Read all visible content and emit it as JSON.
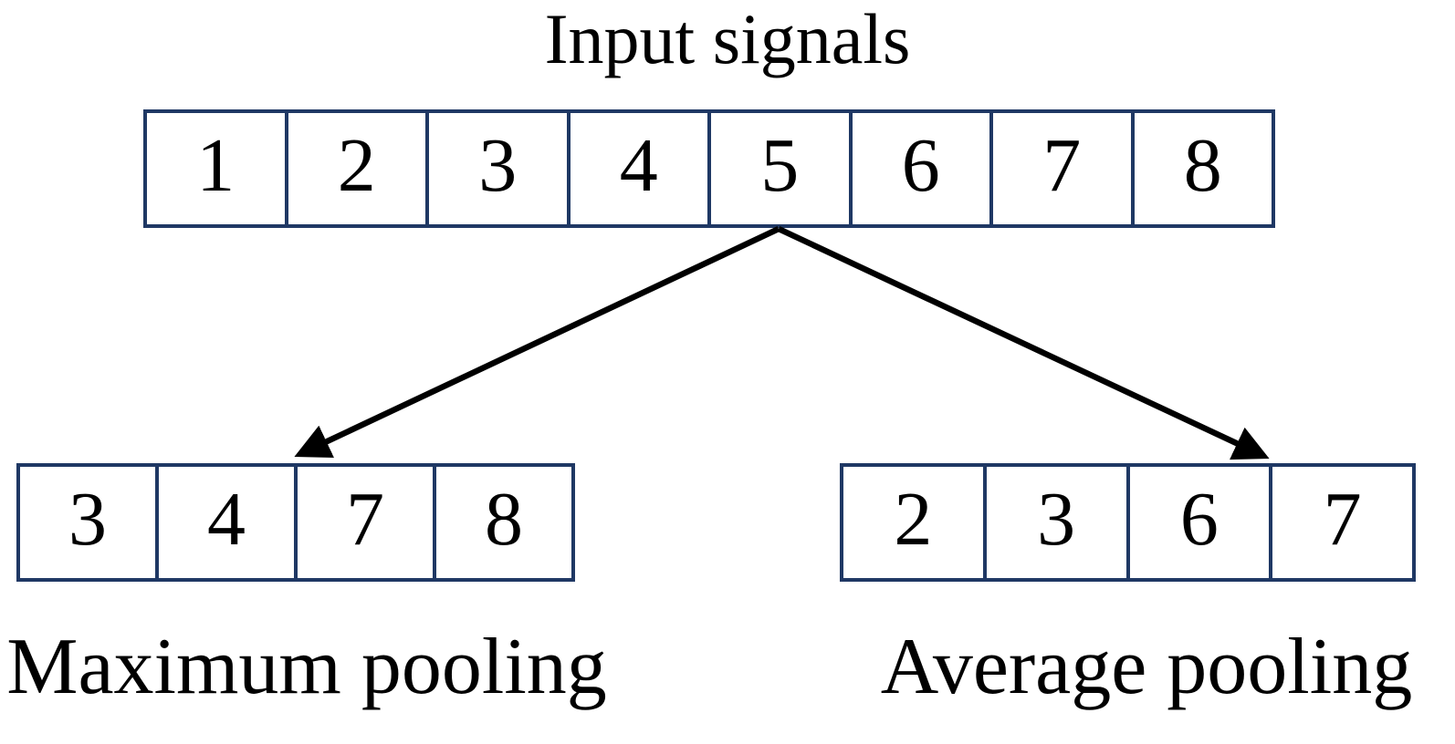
{
  "title": "Input signals",
  "input_row": {
    "values": [
      "1",
      "2",
      "3",
      "4",
      "5",
      "6",
      "7",
      "8"
    ]
  },
  "max_row": {
    "label": "Maximum pooling",
    "values": [
      "3",
      "4",
      "7",
      "8"
    ]
  },
  "avg_row": {
    "label": "Average pooling",
    "values": [
      "2",
      "3",
      "6",
      "7"
    ]
  },
  "arrows": [
    {
      "from": "input-cell-5",
      "to": "max-pooling-row"
    },
    {
      "from": "input-cell-5",
      "to": "avg-pooling-row"
    }
  ],
  "colors": {
    "cell_border": "#1f3864",
    "arrow": "#000000",
    "text": "#000000",
    "background": "#ffffff"
  }
}
